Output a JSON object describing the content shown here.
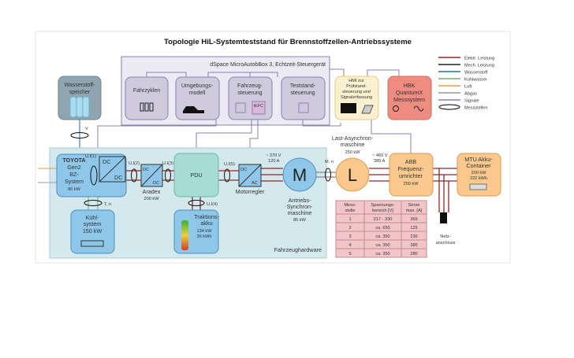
{
  "title": "Topologie HiL-Systemteststand für Brennstoffzellen-Antriebssysteme",
  "dspace": {
    "label": "dSpace MicroAutobBox 3, Echtzeit-Steuergerät",
    "fahrzyklen": "Fahrzyklen",
    "umgebung": [
      "Umgebungs-",
      "modell"
    ],
    "fahrzeug": [
      "Fahrzeug-",
      "steuerung"
    ],
    "iefc": "iEFC",
    "teststand": [
      "Teststand-",
      "steuerung"
    ]
  },
  "h2": {
    "label": [
      "Wasserstoff-",
      "speicher"
    ],
    "sensor": "V"
  },
  "hmi": [
    "HMI zur",
    "Prüfstand-",
    "steuerung  und",
    "Signalerfassung"
  ],
  "hbk": [
    "HBK",
    "QuantumX",
    "Messsystem"
  ],
  "legend": [
    {
      "label": "Elektr. Leistung",
      "color": "#8b2a2a"
    },
    {
      "label": "Mech. Leistung",
      "color": "#222222"
    },
    {
      "label": "Wasserstoff",
      "color": "#2a6f8f"
    },
    {
      "label": "Kühlwasser",
      "color": "#7fa86a"
    },
    {
      "label": "Luft",
      "color": "#e0a040"
    },
    {
      "label": "Abgas",
      "color": "#999999"
    },
    {
      "label": "Signale",
      "color": "#8a7fb5"
    },
    {
      "label": "Messstellen",
      "color": "#000000"
    }
  ],
  "hardware": {
    "label": "Fahrzeughardware",
    "toyota": [
      "TOYOTA",
      "Gen2",
      "BZ-",
      "System",
      "80 kW"
    ],
    "dc1": [
      "DC",
      "DC"
    ],
    "m1": "U,I(1)",
    "m2": "U,I(2)",
    "m3": "U,I(3)",
    "m4": "U,I(4)",
    "m5": "U,I(5)",
    "aradex": [
      "Aradex",
      "200 kW"
    ],
    "dc2": [
      "DC",
      "DC"
    ],
    "pdu": "PDU",
    "dcac": [
      "DC",
      "AC"
    ],
    "motorregler": "Motorregler",
    "volt1": [
      "~ 370 V",
      "120 A"
    ],
    "kuehl": [
      "Kühl-",
      "system",
      "150 kW"
    ],
    "tn": "T, n",
    "akku": [
      "Traktions-",
      "akku",
      "134 kW",
      "36 kWh"
    ],
    "motor": {
      "letter": "M",
      "label": [
        "Antriebs-",
        "Synchron-",
        "maschine",
        "85 kW"
      ]
    }
  },
  "mn": "M, n",
  "last": {
    "letter": "L",
    "label": [
      "Last-Asynchron-",
      "maschine",
      "250 kW"
    ]
  },
  "volt2": [
    "~ 460 V",
    "385 A"
  ],
  "abb": [
    "ABB",
    "Frequenz-",
    "umrichter",
    "250 kW"
  ],
  "mtu": [
    "MTU Akku-",
    "Container",
    "200 kW",
    "222 kWh"
  ],
  "netz": [
    "Netz-",
    "anschluss"
  ],
  "table": {
    "headers": [
      [
        "Mess-",
        "stelle"
      ],
      [
        "Spannungs-",
        "bereich [V]"
      ],
      [
        "Strom",
        "max. [A]"
      ]
    ],
    "rows": [
      [
        "1",
        "217 - 330",
        "369"
      ],
      [
        "2",
        "ca. 650",
        "125"
      ],
      [
        "3",
        "ca. 350",
        "230"
      ],
      [
        "4",
        "ca. 350",
        "380"
      ],
      [
        "5",
        "ca. 350",
        "280"
      ]
    ]
  }
}
